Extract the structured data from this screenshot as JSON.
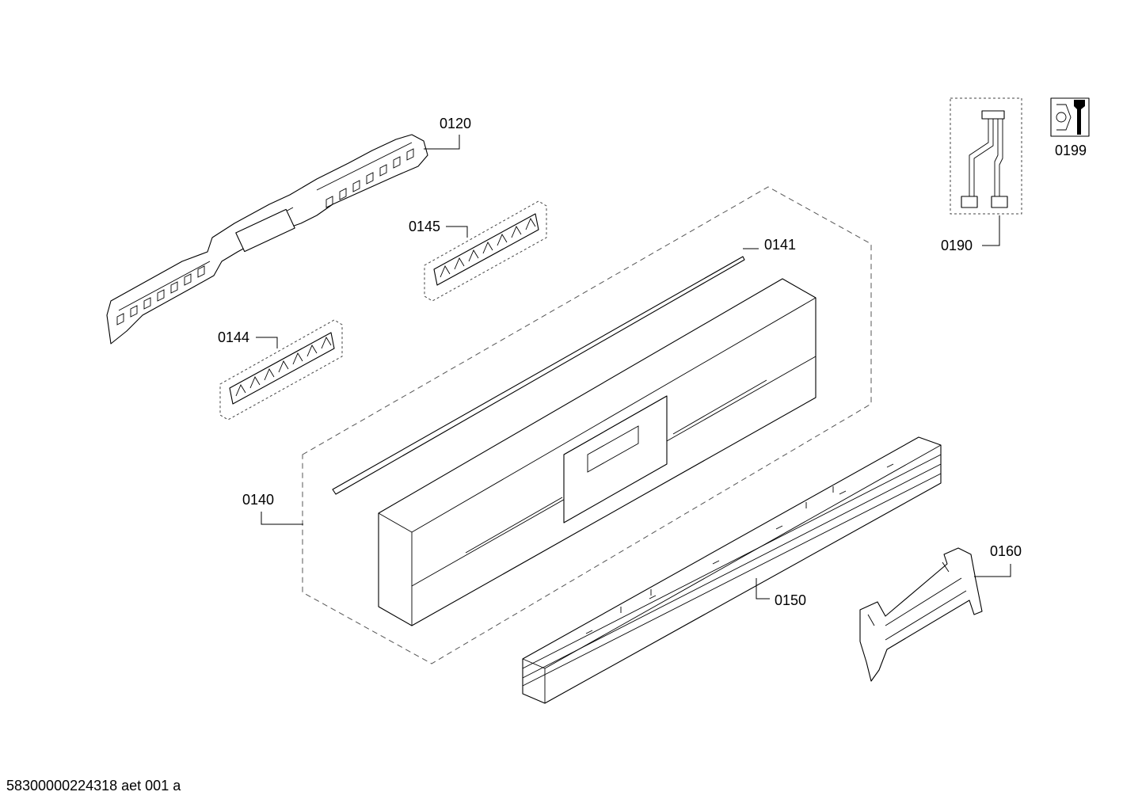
{
  "parts": [
    {
      "id": "p0120",
      "label": "0120"
    },
    {
      "id": "p0145",
      "label": "0145"
    },
    {
      "id": "p0141",
      "label": "0141"
    },
    {
      "id": "p0144",
      "label": "0144"
    },
    {
      "id": "p0140",
      "label": "0140"
    },
    {
      "id": "p0150",
      "label": "0150"
    },
    {
      "id": "p0160",
      "label": "0160"
    },
    {
      "id": "p0190",
      "label": "0190"
    },
    {
      "id": "p0199",
      "label": "0199"
    }
  ],
  "footer": {
    "document_code": "58300000224318 aet 001 a"
  }
}
